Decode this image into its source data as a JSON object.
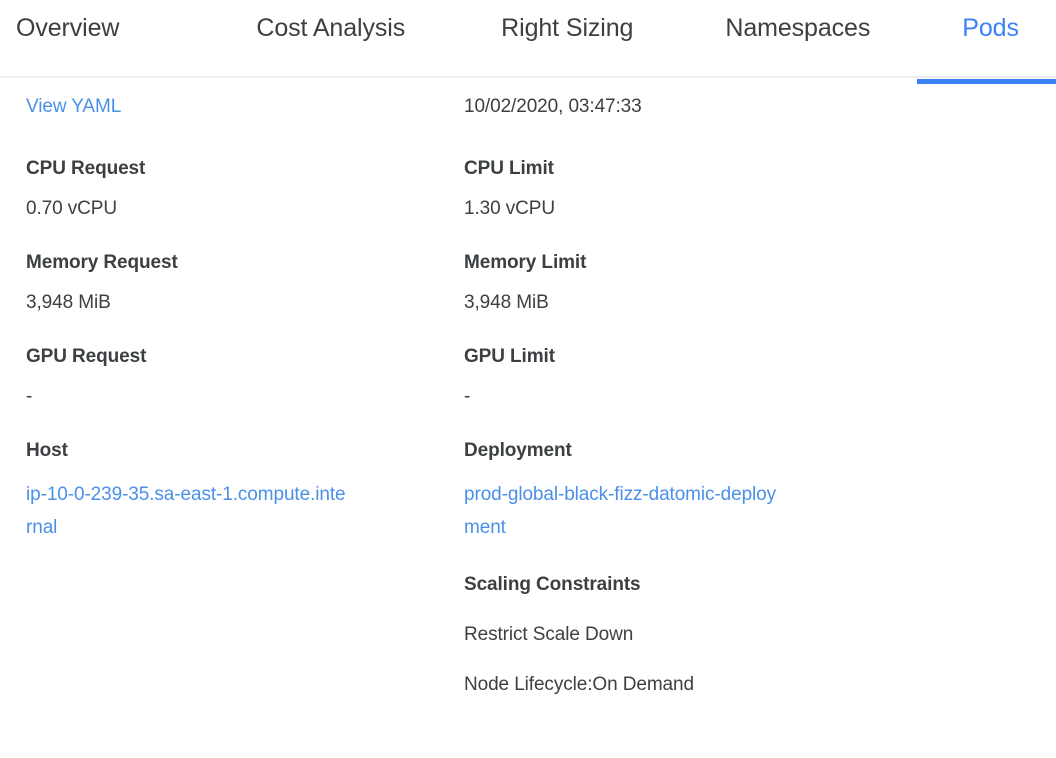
{
  "tabs": [
    {
      "label": "Overview",
      "active": false
    },
    {
      "label": "Cost Analysis",
      "active": false
    },
    {
      "label": "Right Sizing",
      "active": false
    },
    {
      "label": "Namespaces",
      "active": false
    },
    {
      "label": "Pods",
      "active": true
    }
  ],
  "colors": {
    "accent": "#3b82f6",
    "link": "#4a90e8",
    "text": "#3c4043",
    "divider": "#eceff1"
  },
  "details": {
    "view_yaml_label": "View YAML",
    "timestamp": "10/02/2020, 03:47:33",
    "cpu_request": {
      "label": "CPU Request",
      "value": "0.70 vCPU"
    },
    "cpu_limit": {
      "label": "CPU Limit",
      "value": "1.30 vCPU"
    },
    "memory_request": {
      "label": "Memory Request",
      "value": "3,948 MiB"
    },
    "memory_limit": {
      "label": "Memory Limit",
      "value": "3,948 MiB"
    },
    "gpu_request": {
      "label": "GPU Request",
      "value": "-"
    },
    "gpu_limit": {
      "label": "GPU Limit",
      "value": "-"
    },
    "host": {
      "label": "Host",
      "value": "ip-10-0-239-35.sa-east-1.compute.internal"
    },
    "deployment": {
      "label": "Deployment",
      "value": "prod-global-black-fizz-datomic-deployment"
    },
    "scaling_constraints": {
      "label": "Scaling Constraints",
      "items": [
        "Restrict Scale Down",
        "Node Lifecycle:On Demand"
      ]
    }
  }
}
